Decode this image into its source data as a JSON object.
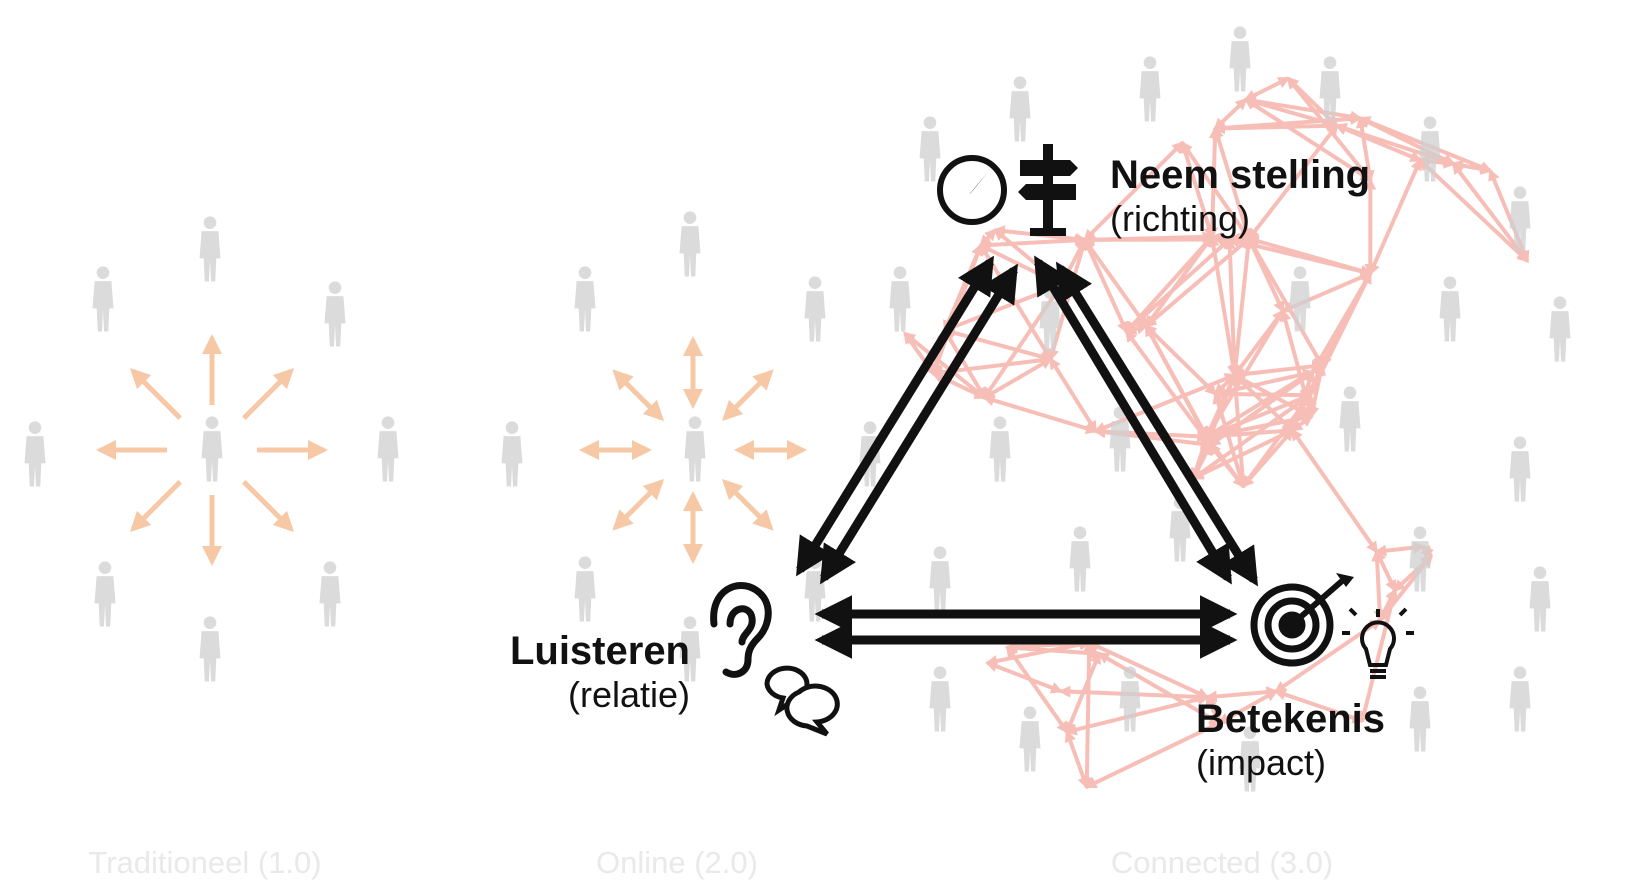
{
  "sections": {
    "traditional": "Traditioneel (1.0)",
    "online": "Online (2.0)",
    "connected": "Connected (3.0)"
  },
  "nodes": {
    "top": {
      "title": "Neem stelling",
      "subtitle": "(richting)",
      "icons": [
        "compass-icon",
        "signpost-icon"
      ]
    },
    "left": {
      "title": "Luisteren",
      "subtitle": "(relatie)",
      "icons": [
        "ear-icon",
        "speech-bubbles-icon"
      ]
    },
    "right": {
      "title": "Betekenis",
      "subtitle": "(impact)",
      "icons": [
        "target-icon",
        "lightbulb-icon"
      ]
    }
  },
  "colors": {
    "arrows": "#111111",
    "broadcast_arrows": "#f6c8a6",
    "network_lines": "#f6b3ab",
    "figures": "#c9c9c9",
    "section_labels": "#e6e6e6"
  }
}
